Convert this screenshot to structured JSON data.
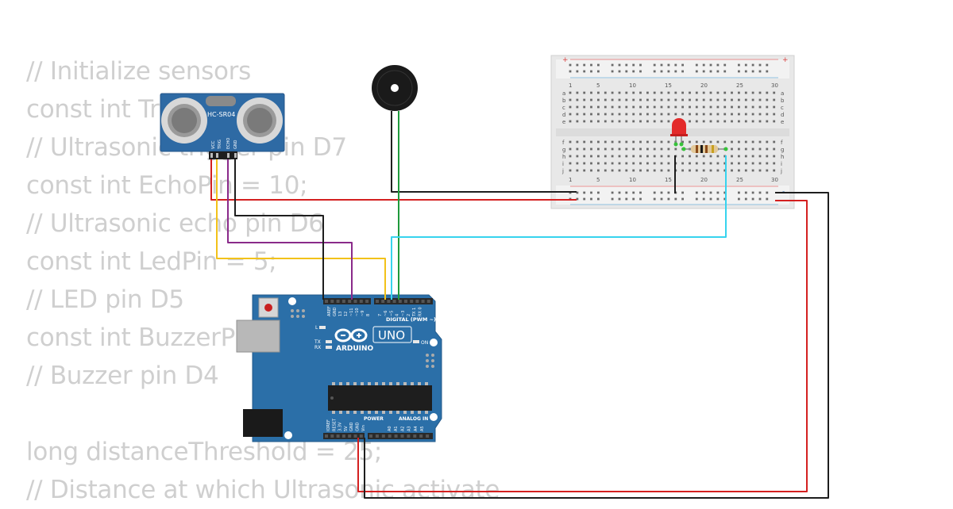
{
  "code_lines": [
    "// Initialize sensors",
    "const int TrigPin = 6;",
    "// Ultrasonic trigger pin D7",
    "const int EchoPin = 10;",
    "// Ultrasonic echo pin D6",
    "const int LedPin = 5;",
    "// LED pin D5",
    "const int BuzzerPin = 4;",
    "// Buzzer pin D4",
    "",
    "long distanceThreshold = 25;",
    "// Distance at which Ultrasonic activate"
  ],
  "sensor": {
    "model": "HC-SR04",
    "pins": [
      "VCC",
      "TRIG",
      "ECHO",
      "GND"
    ]
  },
  "arduino": {
    "brand": "ARDUINO",
    "model": "UNO",
    "digital_label": "DIGITAL (PWM ~)",
    "on_label": "ON",
    "led_labels": [
      "L",
      "TX",
      "RX"
    ],
    "digital_pins": [
      "AREF",
      "GND",
      "13",
      "12",
      "~11",
      "~10",
      "~9",
      "8",
      "7",
      "~6",
      "~5",
      "4",
      "~3",
      "2",
      "TX 1",
      "RX 0"
    ],
    "power_label": "POWER",
    "analog_label": "ANALOG IN",
    "power_pins": [
      "IOREF",
      "RESET",
      "3.3V",
      "5V",
      "GND",
      "GND",
      "Vin"
    ],
    "analog_pins": [
      "A0",
      "A1",
      "A2",
      "A3",
      "A4",
      "A5"
    ]
  },
  "breadboard": {
    "column_numbers": [
      "1",
      "5",
      "10",
      "15",
      "20",
      "25",
      "30"
    ],
    "rows_top": [
      "a",
      "b",
      "c",
      "d",
      "e"
    ],
    "rows_bottom": [
      "f",
      "g",
      "h",
      "i",
      "j"
    ],
    "rail_plus": "+",
    "rail_minus": "-"
  },
  "wire_colors": {
    "red": "#d42020",
    "black": "#1e1e1e",
    "yellow": "#f2c21a",
    "purple": "#8a2a8a",
    "cyan": "#37d3ee",
    "green": "#1e9a3c"
  },
  "board_color": "#2b6fa8"
}
